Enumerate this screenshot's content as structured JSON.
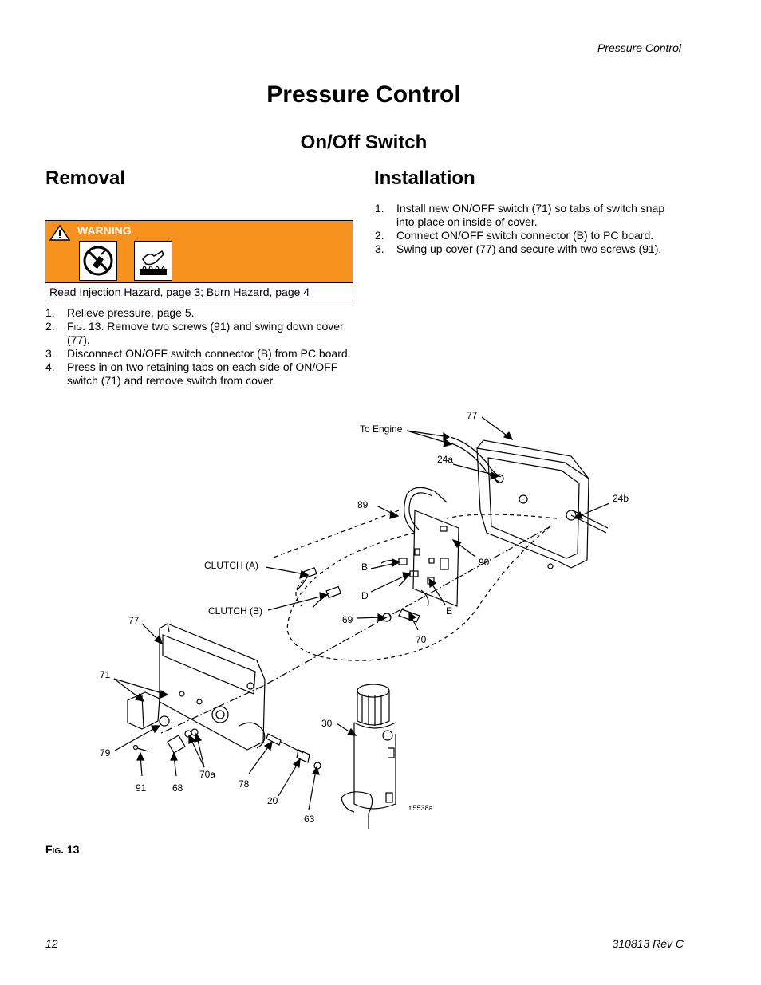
{
  "header": {
    "running_title": "Pressure Control"
  },
  "title": "Pressure Control",
  "subtitle": "On/Off Switch",
  "removal": {
    "heading": "Removal",
    "warning": {
      "label": "WARNING",
      "text": "Read Injection Hazard, page 3; Burn Hazard, page 4",
      "icons": [
        "injection-hazard-icon",
        "burn-hazard-icon"
      ]
    },
    "steps": [
      {
        "num": "1.",
        "text": "Relieve pressure, page 5."
      },
      {
        "num": "2.",
        "fig_prefix": "Fig. 13.",
        "text": " Remove two screws (91) and swing down cover (77)."
      },
      {
        "num": "3.",
        "text": "Disconnect ON/OFF switch connector (B) from PC board."
      },
      {
        "num": "4.",
        "text": "Press in on two retaining tabs on each side of ON/OFF switch (71) and remove switch from cover."
      }
    ]
  },
  "installation": {
    "heading": "Installation",
    "steps": [
      {
        "num": "1.",
        "text": "Install new ON/OFF switch (71) so tabs of switch snap into place on inside of cover."
      },
      {
        "num": "2.",
        "text": "Connect ON/OFF switch connector (B) to PC board."
      },
      {
        "num": "3.",
        "text": "Swing up cover (77) and secure with two screws (91)."
      }
    ]
  },
  "figure": {
    "caption": "Fig. 13",
    "image_id_label": "ti5538a",
    "callouts": {
      "to_engine": "To Engine",
      "c77_top": "77",
      "c24a": "24a",
      "c24b": "24b",
      "c89": "89",
      "c90": "90",
      "clutch_a": "CLUTCH (A)",
      "clutch_b": "CLUTCH (B)",
      "cB": "B",
      "cD": "D",
      "cE": "E",
      "c69": "69",
      "c70": "70",
      "c77_left": "77",
      "c71": "71",
      "c30": "30",
      "c79": "79",
      "c91": "91",
      "c68": "68",
      "c70a": "70a",
      "c78": "78",
      "c20": "20",
      "c63": "63"
    }
  },
  "footer": {
    "page_number": "12",
    "doc_number": "310813 Rev C"
  }
}
